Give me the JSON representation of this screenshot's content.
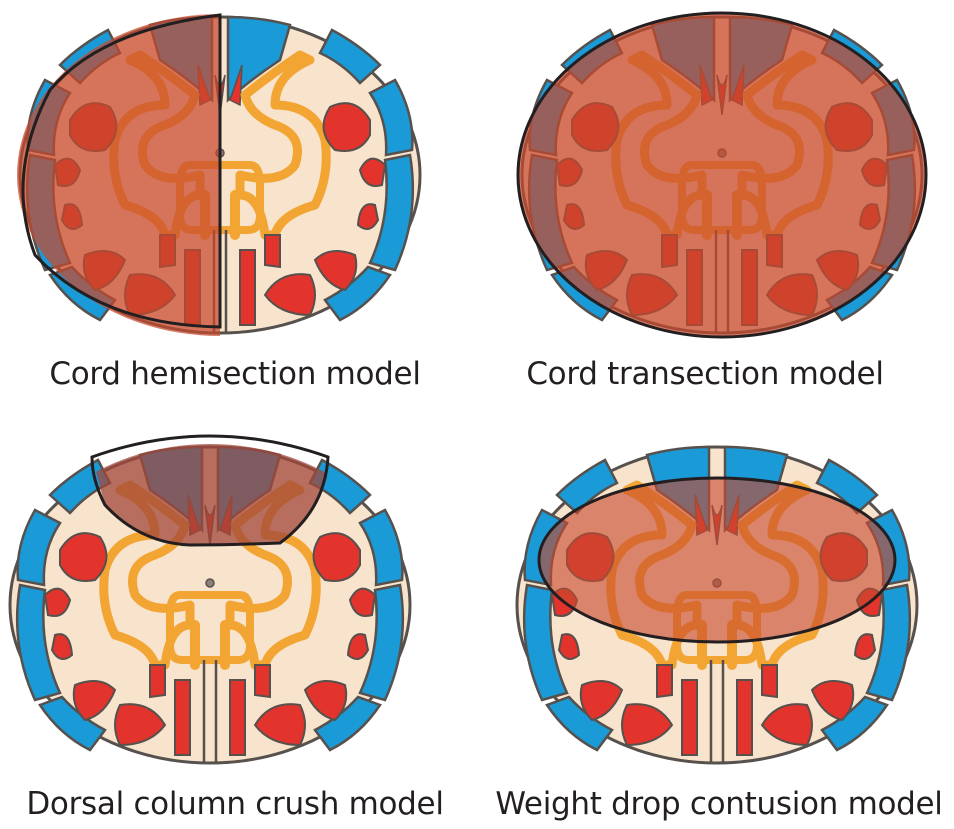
{
  "figure": {
    "colors": {
      "background": "#ffffff",
      "cord_fill": "#f8e3cd",
      "outline": "#57514e",
      "blue_tract": "#1a9ad6",
      "red_tract": "#e2332c",
      "orange_gray_matter": "#f3a533",
      "injury_overlay": "#c84a2e",
      "dorsal_overlay": "#a2473a"
    },
    "panels": [
      {
        "id": "hemisection",
        "caption": "Cord hemisection model"
      },
      {
        "id": "transection",
        "caption": "Cord transection model"
      },
      {
        "id": "dorsal-crush",
        "caption": "Dorsal column crush model"
      },
      {
        "id": "contusion",
        "caption": "Weight drop contusion model"
      }
    ]
  }
}
